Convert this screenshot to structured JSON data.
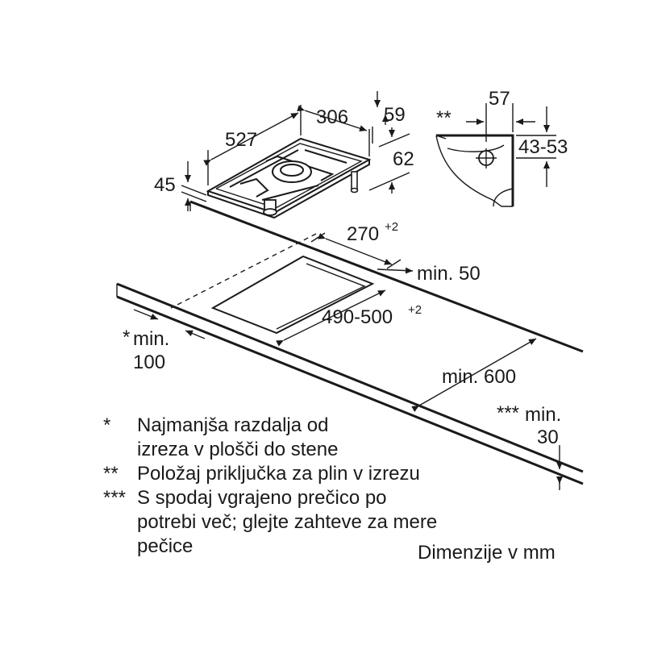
{
  "hob_dimensions": {
    "length": "527",
    "width": "306",
    "height_front": "45",
    "rear_offset": "59",
    "depth_offset": "62"
  },
  "connection_detail": {
    "marker": "**",
    "width": "57",
    "height_range": "43-53"
  },
  "cutout": {
    "width": "270",
    "width_tolerance": "+2",
    "length": "490-500",
    "length_tolerance": "+2",
    "rear_min": "min. 50",
    "front_min": "min. 600",
    "side_min_marker": "*",
    "side_min_label": "min.",
    "side_min_value": "100",
    "bottom_min_marker": "***",
    "bottom_min_label": "min.",
    "bottom_min_value": "30"
  },
  "notes": [
    {
      "mark": "*",
      "text": "Najmanjša razdalja od\nizreza v plošči do stene"
    },
    {
      "mark": "**",
      "text": "Položaj priključka za plin v izrezu"
    },
    {
      "mark": "***",
      "text": "S spodaj vgrajeno prečico po\npotrebi več; glejte zahteve za mere\npečice"
    }
  ],
  "units_label": "Dimenzije v mm"
}
